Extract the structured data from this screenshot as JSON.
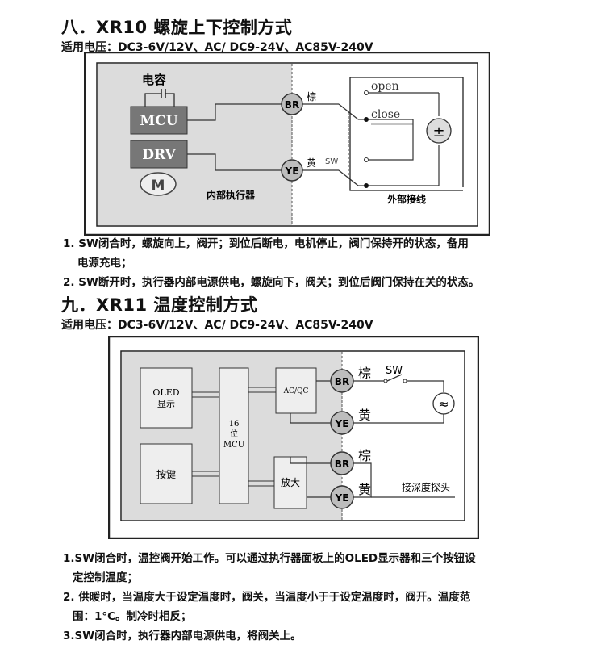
{
  "section8": {
    "title": "八．XR10 螺旋上下控制方式",
    "voltage": "适用电压：DC3-6V/12V、AC/ DC9-24V、AC85V-240V",
    "diagram": {
      "capacitor": "电容",
      "mcu": "MCU",
      "drv": "DRV",
      "motor": "M",
      "internal": "内部执行器",
      "external": "外部接线",
      "br": "BR",
      "ye": "YE",
      "brown": "棕",
      "yellow": "黄",
      "sw": "SW",
      "open": "open",
      "close": "close",
      "source": "±"
    },
    "notes": [
      "1. SW闭合时，螺旋向上，阀开；到位后断电，电机停止，阀门保持开的状态，备用",
      "电源充电；",
      "2. SW断开时，执行器内部电源供电，螺旋向下，阀关；到位后阀门保持在关的状态。"
    ]
  },
  "section9": {
    "title": "九．XR11 温度控制方式",
    "voltage": "适用电压：DC3-6V/12V、AC/ DC9-24V、AC85V-240V",
    "diagram": {
      "oled1": "OLED",
      "oled2": "显示",
      "keys": "按键",
      "mcu1": "16",
      "mcu2": "位",
      "mcu3": "MCU",
      "acqc": "AC/QC",
      "amp": "放大",
      "br1": "BR",
      "ye1": "YE",
      "br2": "BR",
      "ye2": "YE",
      "brown1": "棕",
      "yellow1": "黄",
      "brown2": "棕",
      "yellow2": "黄",
      "sw": "SW",
      "probe": "接深度探头",
      "source": "≈"
    },
    "notes": [
      "1.SW闭合时，温控阀开始工作。可以通过执行器面板上的OLED显示器和三个按钮设",
      "定控制温度；",
      "2. 供暖时，当温度大于设定温度时，阀关，当温度小于于设定温度时，阀开。温度范",
      "围：1°C。制冷时相反；",
      "3.SW闭合时，执行器内部电源供电，将阀关上。"
    ]
  }
}
